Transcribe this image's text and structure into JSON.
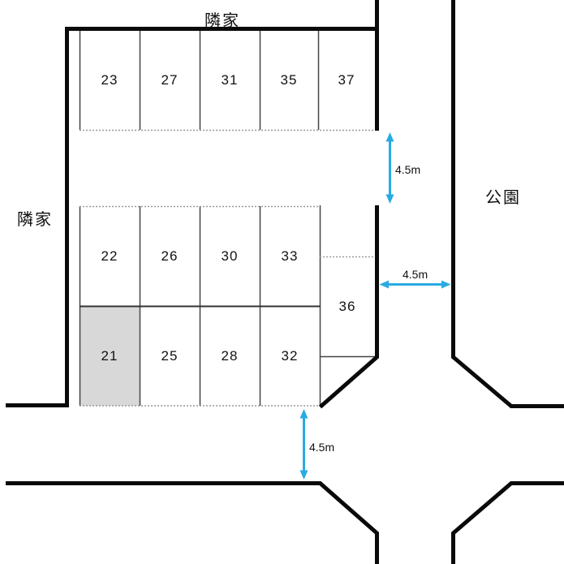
{
  "labels": {
    "neighbor_top": "隣家",
    "neighbor_left": "隣家",
    "park": "公園"
  },
  "plots": {
    "top_row": [
      "23",
      "27",
      "31",
      "35",
      "37"
    ],
    "middle_row": [
      "22",
      "26",
      "30",
      "33"
    ],
    "bottom_row": [
      "21",
      "25",
      "28",
      "32"
    ],
    "side": "36"
  },
  "highlighted_plot": "21",
  "measurements": {
    "top_right_road": "4.5m",
    "right_road": "4.5m",
    "bottom_road": "4.5m"
  },
  "colors": {
    "arrow": "#29ABE2",
    "highlight": "#d8d8d8",
    "wall": "#0a0a0a",
    "thin_line": "#444444",
    "dotted_line": "#999999"
  }
}
